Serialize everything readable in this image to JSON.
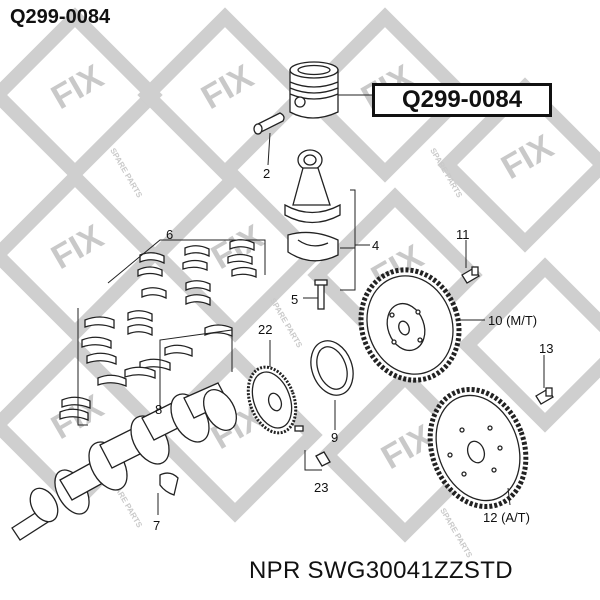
{
  "header": {
    "title": "Q299-0084"
  },
  "callout": {
    "label": "Q299-0084"
  },
  "footer": {
    "text": "NPR SWG30041ZZSTD"
  },
  "watermark": {
    "logo": "FIX",
    "tagline": "SPARE PARTS"
  },
  "parts": {
    "p2": "2",
    "p4": "4",
    "p5": "5",
    "p6": "6",
    "p7": "7",
    "p8": "8",
    "p9": "9",
    "p10": "10 (M/T)",
    "p11": "11",
    "p12": "12 (A/T)",
    "p13": "13",
    "p22": "22",
    "p23": "23"
  },
  "colors": {
    "line": "#222222",
    "watermark": "#c8c8c8"
  }
}
